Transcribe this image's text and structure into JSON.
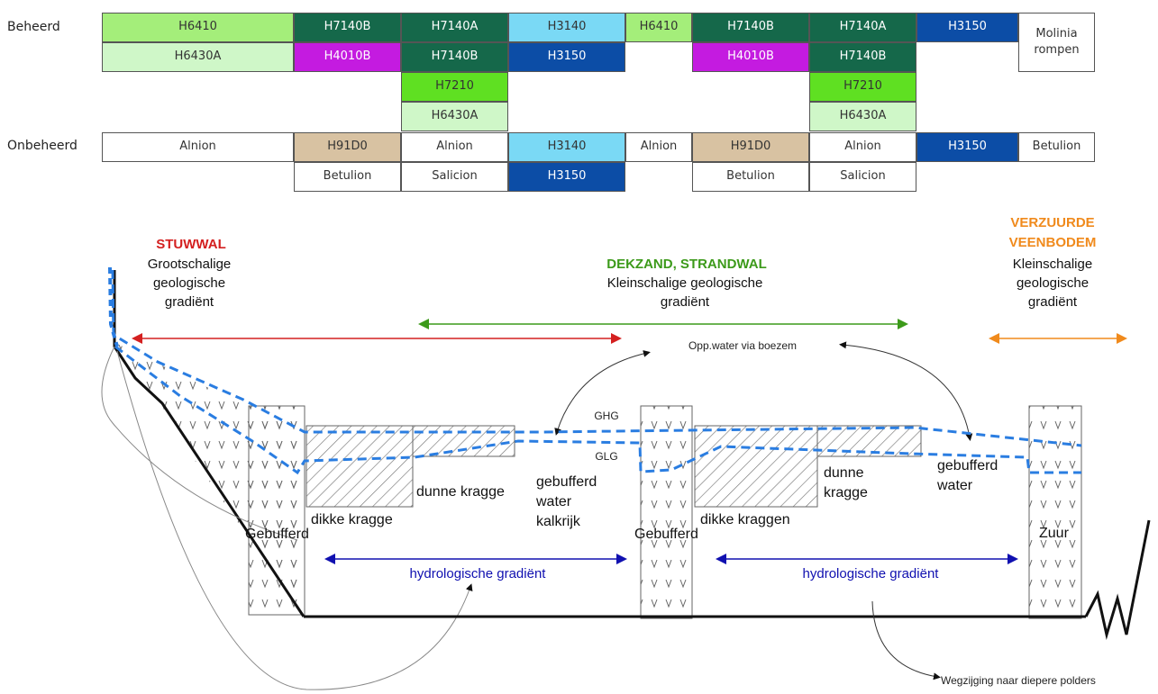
{
  "table": {
    "row_labels": {
      "managed": "Beheerd",
      "unmanaged": "Onbeheerd"
    },
    "cells": [
      {
        "text": "H6410",
        "bg": "#a4ee7a",
        "fg": "light"
      },
      {
        "text": "H7140B",
        "bg": "#15684a",
        "fg": "dark"
      },
      {
        "text": "H7140A",
        "bg": "#15684a",
        "fg": "dark"
      },
      {
        "text": "H3140",
        "bg": "#7ad9f5",
        "fg": "light"
      },
      {
        "text": "H6410",
        "bg": "#a4ee7a",
        "fg": "light"
      },
      {
        "text": "H7140B",
        "bg": "#15684a",
        "fg": "dark"
      },
      {
        "text": "H7140A",
        "bg": "#15684a",
        "fg": "dark"
      },
      {
        "text": "H3150",
        "bg": "#0c4da6",
        "fg": "dark"
      },
      {
        "text": "Molinia\nrompen",
        "bg": "#ffffff",
        "fg": "light"
      },
      {
        "text": "H6430A",
        "bg": "#cff7c8",
        "fg": "light"
      },
      {
        "text": "H4010B",
        "bg": "#c41be0",
        "fg": "dark"
      },
      {
        "text": "H7140B",
        "bg": "#15684a",
        "fg": "dark"
      },
      {
        "text": "H3150",
        "bg": "#0c4da6",
        "fg": "dark"
      },
      {
        "text": "H4010B",
        "bg": "#c41be0",
        "fg": "dark"
      },
      {
        "text": "H7140B",
        "bg": "#15684a",
        "fg": "dark"
      },
      {
        "text": "H7210",
        "bg": "#5fe022",
        "fg": "light"
      },
      {
        "text": "H7210",
        "bg": "#5fe022",
        "fg": "light"
      },
      {
        "text": "H6430A",
        "bg": "#cff7c8",
        "fg": "light"
      },
      {
        "text": "H6430A",
        "bg": "#cff7c8",
        "fg": "light"
      },
      {
        "text": "Alnion",
        "bg": "#ffffff",
        "fg": "light"
      },
      {
        "text": "H91D0",
        "bg": "#d8c2a2",
        "fg": "light"
      },
      {
        "text": "Alnion",
        "bg": "#ffffff",
        "fg": "light"
      },
      {
        "text": "H3140",
        "bg": "#7ad9f5",
        "fg": "light"
      },
      {
        "text": "Alnion",
        "bg": "#ffffff",
        "fg": "light"
      },
      {
        "text": "H91D0",
        "bg": "#d8c2a2",
        "fg": "light"
      },
      {
        "text": "Alnion",
        "bg": "#ffffff",
        "fg": "light"
      },
      {
        "text": "H3150",
        "bg": "#0c4da6",
        "fg": "dark"
      },
      {
        "text": "Betulion",
        "bg": "#ffffff",
        "fg": "light"
      },
      {
        "text": "Betulion",
        "bg": "#ffffff",
        "fg": "light"
      },
      {
        "text": "Salicion",
        "bg": "#ffffff",
        "fg": "light"
      },
      {
        "text": "H3150",
        "bg": "#0c4da6",
        "fg": "dark"
      },
      {
        "text": "Betulion",
        "bg": "#ffffff",
        "fg": "light"
      },
      {
        "text": "Salicion",
        "bg": "#ffffff",
        "fg": "light"
      }
    ]
  },
  "zones": {
    "stuwwal": {
      "title": "STUWWAL",
      "sub1": "Grootschalige",
      "sub2": "geologische",
      "sub3": "gradiënt",
      "color": "#d42020"
    },
    "dekzand": {
      "title": "DEKZAND, STRANDWAL",
      "sub1": "Kleinschalige geologische",
      "sub2": "gradiënt",
      "color": "#3c9a1a"
    },
    "veenbodem": {
      "title1": "VERZUURDE",
      "title2": "VEENBODEM",
      "sub1": "Kleinschalige",
      "sub2": "geologische",
      "sub3": "gradiënt",
      "color": "#f08a1c"
    }
  },
  "labels": {
    "opp_water": "Opp.water via boezem",
    "ghg": "GHG",
    "glg": "GLG",
    "dunne_kragge_1": "dunne kragge",
    "dikke_kragge": "dikke kragge",
    "gebufferd_water_1": "gebufferd",
    "gebufferd_water_2": "water",
    "gebufferd_water_3": "kalkrijk",
    "gebufferd_left": "Gebufferd",
    "gebufferd_mid": "Gebufferd",
    "dikke_kraggen": "dikke kraggen",
    "dunne_kragge_2a": "dunne",
    "dunne_kragge_2b": "kragge",
    "gebufferd_r1": "gebufferd",
    "gebufferd_r2": "water",
    "zuur": "Zuur",
    "hydro_1": "hydrologische gradiënt",
    "hydro_2": "hydrologische gradiënt",
    "wegzijging": "Wegzijging naar diepere polders"
  },
  "colors": {
    "hydro_arrow": "#1010b0",
    "water_line": "#2a7de1"
  }
}
